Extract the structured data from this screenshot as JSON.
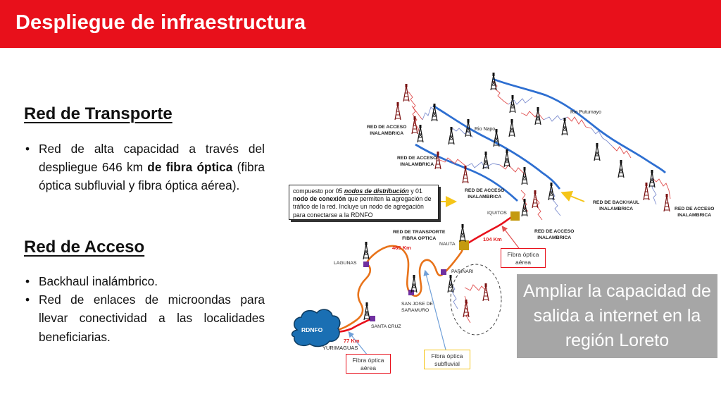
{
  "title": "Despliegue de infraestructura",
  "transport": {
    "heading": "Red de Transporte",
    "bullets": [
      {
        "pre": "Red de alta capacidad a través del despliegue 646 km ",
        "bold": "de fibra óptica",
        "post": " (fibra óptica subfluvial y fibra óptica aérea)."
      }
    ]
  },
  "access": {
    "heading": "Red de Acceso",
    "bullets": [
      "Backhaul inalámbrico.",
      "Red de enlaces de microondas para llevar conectividad a las localidades beneficiarias."
    ]
  },
  "highlight": "Ampliar la capacidad de salida a internet en la región Loreto",
  "callout": {
    "p1": "compuesto por 05 ",
    "em1": "nodos de distribución",
    "p2": " y 01 ",
    "b1": "nodo de conexión",
    "p3": " que permiten la agregación de tráfico de la red. Incluye un nodo de agregación para conectarse a la RDNFO"
  },
  "labels": {
    "acceso_1": "RED DE ACCESO\nINALAMBRICA",
    "acceso_2": "RED DE ACCESO\nINALAMBRICA",
    "acceso_3": "RED DE ACCESO\nINALAMBRICA",
    "acceso_4": "RED DE ACCESO\nINALAMBRICA",
    "acceso_5": "RED DE ACCESO\nINALAMBRICA",
    "backhaul": "RED DE BACKHAUL\nINALAMBRICA",
    "transporte": "RED DE TRANSPORTE\nFIBRA OPTICA"
  },
  "rivers": {
    "putumayo": "Rio Putumayo",
    "napo": "Rio Napo"
  },
  "towns": {
    "iquitos": "IQUITOS",
    "nauta": "NAUTA",
    "lagunas": "LAGUNAS",
    "parinari": "PARINARI",
    "san_jose": "SAN JOSE DE\nSARAMURO",
    "santa_cruz": "SANTA CRUZ",
    "yurimaguas": "YURIMAGUAS",
    "rdnfo": "RDNFO"
  },
  "distances": {
    "d465": "465 Km",
    "d104": "104 Km",
    "d77": "77 Km"
  },
  "tags": {
    "aerea_top": "Fibra óptica\naérea",
    "aerea_bottom": "Fibra óptica\naérea",
    "subfluvial": "Fibra óptica\nsubfluvial"
  },
  "colors": {
    "header": "#e8101b",
    "river": "#2e6fd1",
    "fiber": "#e8731a",
    "node": "#7030a0",
    "gold": "#c49a10",
    "callout_arrow": "#f5c518",
    "pointer_blue": "#6f9fd8"
  }
}
